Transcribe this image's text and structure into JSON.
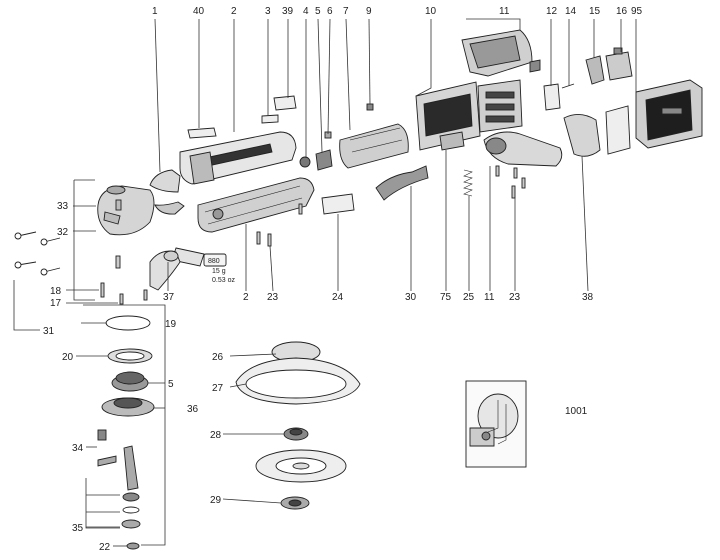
{
  "diagram": {
    "part_numbers": {
      "p1": "1",
      "p40": "40",
      "p2": "2",
      "p3": "3",
      "p39": "39",
      "p4": "4",
      "p5": "5",
      "p6": "6",
      "p7": "7",
      "p9": "9",
      "p10": "10",
      "p11": "11",
      "p12": "12",
      "p14": "14",
      "p15": "15",
      "p16": "16",
      "p95": "95",
      "p33": "33",
      "p32": "32",
      "p18": "18",
      "p17": "17",
      "p31": "31",
      "p19": "19",
      "p20": "20",
      "p5b": "5",
      "p36": "36",
      "p34": "34",
      "p35": "35",
      "p22": "22",
      "p37": "37",
      "p2b": "2",
      "p23": "23",
      "p24": "24",
      "p30": "30",
      "p75": "75",
      "p25": "25",
      "p11b": "11",
      "p23b": "23",
      "p38": "38",
      "p26": "26",
      "p27": "27",
      "p28": "28",
      "p29": "29",
      "p1001": "1001"
    },
    "grease_tube": {
      "code": "880",
      "weight_g": "15 g",
      "weight_oz": "0.53 oz"
    }
  }
}
